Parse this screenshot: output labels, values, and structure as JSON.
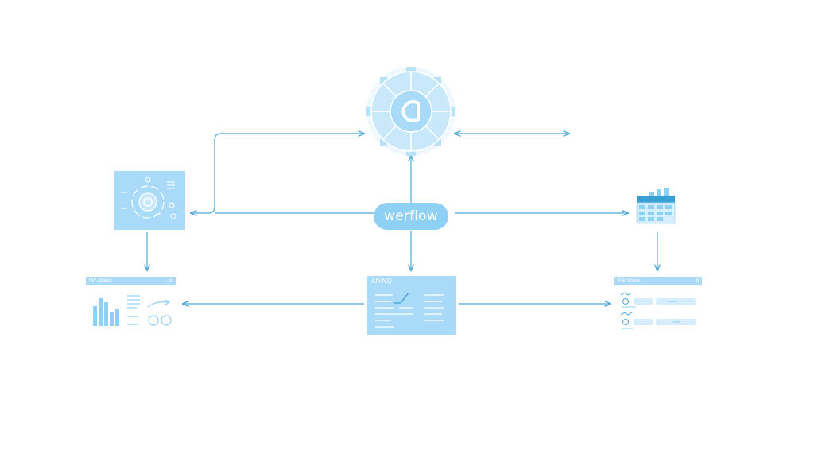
{
  "diagram": {
    "center_label": "werflow",
    "left_panel_title": "Wf Joass",
    "left_panel_badge": "is",
    "center_panel_title": "AfeWQ",
    "right_panel_title": "Fwl lloea",
    "right_panel_badge": "ti"
  },
  "colors": {
    "line": "#4aa8d8",
    "light": "#a9dbf8",
    "mid": "#8fd0f5",
    "pale": "#d6eefc",
    "dark": "#3b9fd6"
  }
}
